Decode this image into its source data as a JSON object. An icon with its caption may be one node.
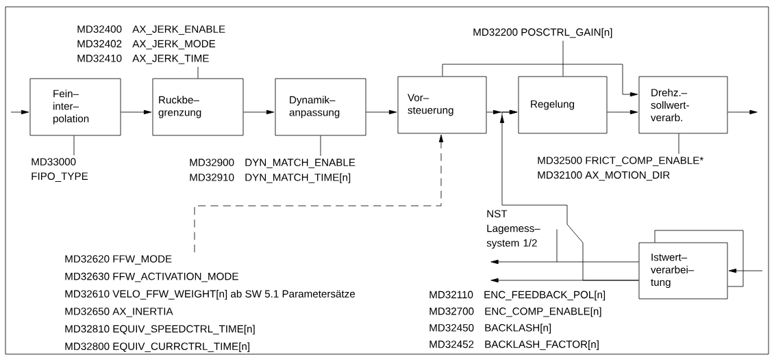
{
  "diagram": {
    "nodes": [
      {
        "text": [
          "Fein– inter– polation"
        ]
      },
      {
        "text": [
          "Ruckbe– grenzung"
        ]
      },
      {
        "text": [
          "Dynamik– anpassung"
        ]
      },
      {
        "text": [
          "Vor– steuerung"
        ]
      },
      {
        "text": [
          "Regelung"
        ]
      },
      {
        "text": [
          "Drehz.– sollwert- verarb."
        ]
      },
      {
        "text": [
          "Istwert– verarbei– tung"
        ]
      },
      {
        "text": [
          "MD32400 AX_JERK_ENABLE",
          "MD32402 AX_JERK_MODE",
          "MD32410 AX_JERK_TIME"
        ]
      },
      {
        "text": [
          "MD33000 FIPO_TYPE"
        ]
      },
      {
        "text": [
          "MD32900 DYN_MATCH_ENABLE",
          "MD32910 DYN_MATCH_TIME[n]"
        ]
      },
      {
        "text": [
          "MD32200 POSCTRL_GAIN[n]"
        ]
      },
      {
        "text": [
          "MD32500 FRICT_COMP_ENABLE*",
          "MD32100 AX_MOTION_DIR"
        ]
      },
      {
        "text": [
          "MD32620 FFW_MODE",
          "MD32630 FFW_ACTIVATION_MODE",
          "MD32610 VELO_FFW_WEIGHT[n] ab SW 5.1 Parametersätze",
          "MD32650 AX_INERTIA",
          "MD32810 EQUIV_SPEEDCTRL_TIME[n]",
          "MD32800 EQUIV_CURRCTRL_TIME[n]"
        ]
      },
      {
        "text": [
          "NST Lagemess– system 1/2"
        ]
      },
      {
        "text": [
          "MD32110 ENC_FEEDBACK_POL[n]",
          "MD32700 ENC_COMP_ENABLE[n]",
          "MD32450 BACKLASH[n]",
          "MD32452 BACKLASH_FACTOR[n]"
        ]
      }
    ],
    "edges": [
      {
        "from": null,
        "to": 0,
        "arrow": "to"
      },
      {
        "from": 0,
        "to": 1,
        "arrow": "to"
      },
      {
        "from": 1,
        "to": 2,
        "arrow": "to"
      },
      {
        "from": 2,
        "to": 3,
        "arrow": "to"
      },
      {
        "from": 3,
        "to": 4,
        "arrow": "to"
      },
      {
        "from": 4,
        "to": 5,
        "arrow": "to"
      },
      {
        "from": 5,
        "to": null,
        "arrow": "to"
      },
      {
        "from": 3,
        "to": 5,
        "arrow": "to"
      },
      {
        "from": 6,
        "to": 13,
        "arrow": "to"
      },
      {
        "from": 6,
        "to": 14,
        "arrow": "to"
      },
      {
        "from": 6,
        "to": 4,
        "arrow": "to"
      },
      {
        "from": null,
        "to": 6,
        "arrow": "to"
      },
      {
        "from": 6,
        "to": 6,
        "arrow": "none"
      },
      {
        "from": 7,
        "to": 1,
        "arrow": "none"
      },
      {
        "from": 8,
        "to": 0,
        "arrow": "none"
      },
      {
        "from": 9,
        "to": 2,
        "arrow": "none"
      },
      {
        "from": 10,
        "to": 4,
        "arrow": "none"
      },
      {
        "from": 11,
        "to": 5,
        "arrow": "none"
      },
      {
        "from": 12,
        "to": 3,
        "arrow": "to",
        "style": "dashed"
      },
      {
        "from": 13,
        "to": null,
        "arrow": "none"
      }
    ]
  }
}
